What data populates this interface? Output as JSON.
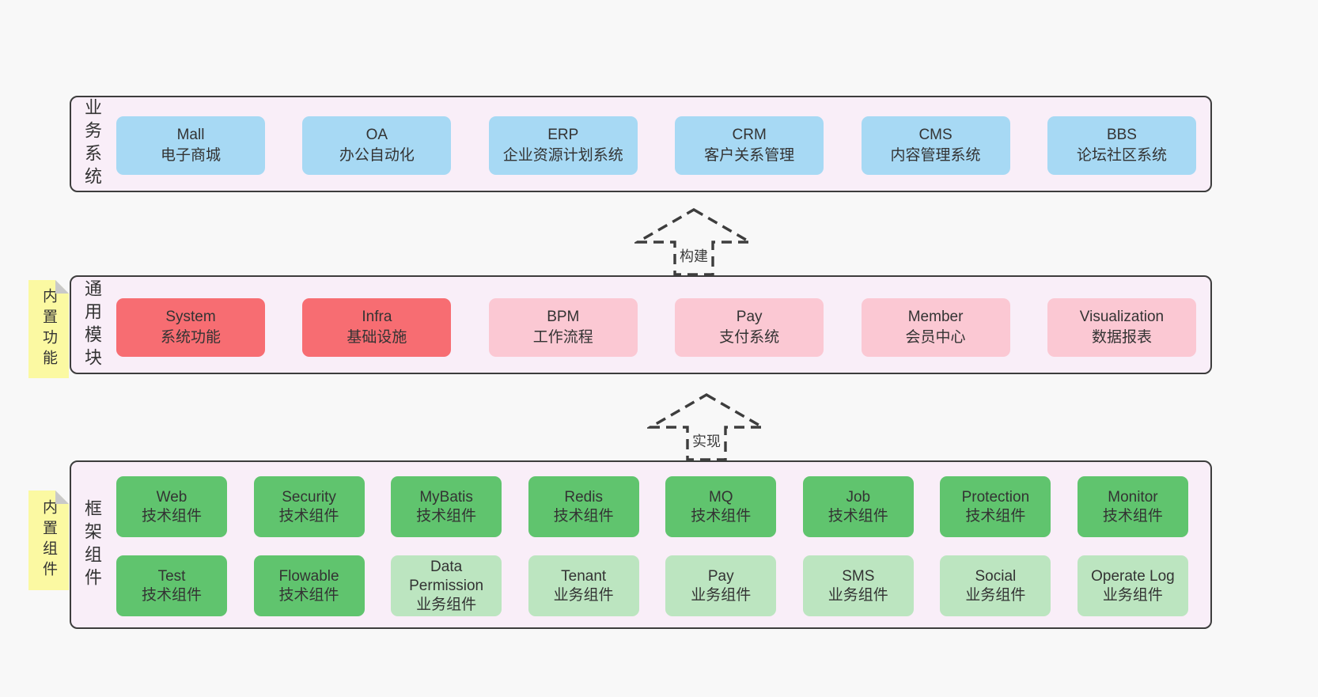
{
  "colors": {
    "page_bg": "#f8f8f8",
    "panel_bg": "#f9eef8",
    "panel_border": "#3d3d3d",
    "blue": "#a7d9f4",
    "red": "#f76d72",
    "pink": "#fbc8d3",
    "green": "#60c46e",
    "green_light": "#bce5c0",
    "yellow": "#fbf9a2",
    "fold_gray": "#c9c9c9",
    "text": "#333333"
  },
  "arrows": [
    {
      "id": "build",
      "label": "构建"
    },
    {
      "id": "implement",
      "label": "实现"
    }
  ],
  "panels": [
    {
      "id": "business-systems",
      "side_label": "业务系统",
      "rows": [
        [
          {
            "title": "Mall",
            "subtitle": "电子商城",
            "color": "blue"
          },
          {
            "title": "OA",
            "subtitle": "办公自动化",
            "color": "blue"
          },
          {
            "title": "ERP",
            "subtitle": "企业资源计划系统",
            "color": "blue"
          },
          {
            "title": "CRM",
            "subtitle": "客户关系管理",
            "color": "blue"
          },
          {
            "title": "CMS",
            "subtitle": "内容管理系统",
            "color": "blue"
          },
          {
            "title": "BBS",
            "subtitle": "论坛社区系统",
            "color": "blue"
          }
        ]
      ]
    },
    {
      "id": "common-modules",
      "side_label": "通用模块",
      "sticky_label": "内置功能",
      "rows": [
        [
          {
            "title": "System",
            "subtitle": "系统功能",
            "color": "red"
          },
          {
            "title": "Infra",
            "subtitle": "基础设施",
            "color": "red"
          },
          {
            "title": "BPM",
            "subtitle": "工作流程",
            "color": "pink"
          },
          {
            "title": "Pay",
            "subtitle": "支付系统",
            "color": "pink"
          },
          {
            "title": "Member",
            "subtitle": "会员中心",
            "color": "pink"
          },
          {
            "title": "Visualization",
            "subtitle": "数据报表",
            "color": "pink"
          }
        ]
      ]
    },
    {
      "id": "framework-components",
      "side_label": "框架组件",
      "sticky_label": "内置组件",
      "rows": [
        [
          {
            "title": "Web",
            "subtitle": "技术组件",
            "color": "green"
          },
          {
            "title": "Security",
            "subtitle": "技术组件",
            "color": "green"
          },
          {
            "title": "MyBatis",
            "subtitle": "技术组件",
            "color": "green"
          },
          {
            "title": "Redis",
            "subtitle": "技术组件",
            "color": "green"
          },
          {
            "title": "MQ",
            "subtitle": "技术组件",
            "color": "green"
          },
          {
            "title": "Job",
            "subtitle": "技术组件",
            "color": "green"
          },
          {
            "title": "Protection",
            "subtitle": "技术组件",
            "color": "green"
          },
          {
            "title": "Monitor",
            "subtitle": "技术组件",
            "color": "green"
          }
        ],
        [
          {
            "title": "Test",
            "subtitle": "技术组件",
            "color": "green"
          },
          {
            "title": "Flowable",
            "subtitle": "技术组件",
            "color": "green"
          },
          {
            "title": "Data Permission",
            "subtitle": "业务组件",
            "color": "green_light"
          },
          {
            "title": "Tenant",
            "subtitle": "业务组件",
            "color": "green_light"
          },
          {
            "title": "Pay",
            "subtitle": "业务组件",
            "color": "green_light"
          },
          {
            "title": "SMS",
            "subtitle": "业务组件",
            "color": "green_light"
          },
          {
            "title": "Social",
            "subtitle": "业务组件",
            "color": "green_light"
          },
          {
            "title": "Operate Log",
            "subtitle": "业务组件",
            "color": "green_light"
          }
        ]
      ]
    }
  ]
}
